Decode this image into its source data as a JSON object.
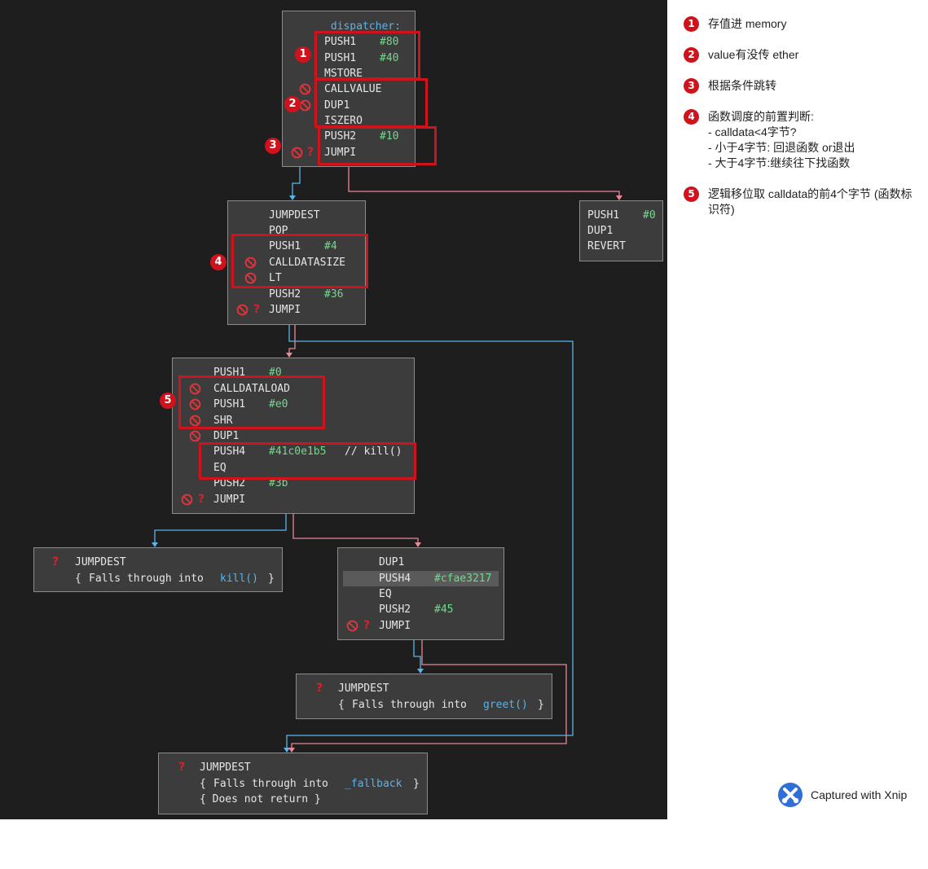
{
  "colors": {
    "canvas_bg": "#1e1e1e",
    "block_bg": "#3c3c3c",
    "arg_green": "#73d98c",
    "label_blue": "#5ab4e8",
    "edge_blue": "#5ab4e8",
    "edge_pink": "#e8889a",
    "highlight_red": "#d0121c"
  },
  "blocks": {
    "b1": {
      "label": "_dispatcher:",
      "lines": [
        {
          "op": "PUSH1",
          "arg": "#80"
        },
        {
          "op": "PUSH1",
          "arg": "#40"
        },
        {
          "op": "MSTORE",
          "arg": ""
        },
        {
          "op": "CALLVALUE",
          "arg": ""
        },
        {
          "op": "DUP1",
          "arg": ""
        },
        {
          "op": "ISZERO",
          "arg": ""
        },
        {
          "op": "PUSH2",
          "arg": "#10"
        },
        {
          "op": "JUMPI",
          "arg": ""
        }
      ]
    },
    "b2": {
      "lines": [
        {
          "op": "PUSH1",
          "arg": "#0"
        },
        {
          "op": "DUP1",
          "arg": ""
        },
        {
          "op": "REVERT",
          "arg": ""
        }
      ]
    },
    "b3": {
      "lines": [
        {
          "op": "JUMPDEST",
          "arg": ""
        },
        {
          "op": "POP",
          "arg": ""
        },
        {
          "op": "PUSH1",
          "arg": "#4"
        },
        {
          "op": "CALLDATASIZE",
          "arg": ""
        },
        {
          "op": "LT",
          "arg": ""
        },
        {
          "op": "PUSH2",
          "arg": "#36"
        },
        {
          "op": "JUMPI",
          "arg": ""
        }
      ]
    },
    "b4": {
      "lines": [
        {
          "op": "PUSH1",
          "arg": "#0"
        },
        {
          "op": "CALLDATALOAD",
          "arg": ""
        },
        {
          "op": "PUSH1",
          "arg": "#e0"
        },
        {
          "op": "SHR",
          "arg": ""
        },
        {
          "op": "DUP1",
          "arg": ""
        },
        {
          "op": "PUSH4",
          "arg": "#41c0e1b5",
          "comment": "// kill()"
        },
        {
          "op": "EQ",
          "arg": ""
        },
        {
          "op": "PUSH2",
          "arg": "#3b"
        },
        {
          "op": "JUMPI",
          "arg": ""
        }
      ]
    },
    "b5": {
      "op": "JUMPDEST",
      "brace_open": "{",
      "falls": "Falls through into",
      "fn": "kill()",
      "brace_close": "}"
    },
    "b6": {
      "lines": [
        {
          "op": "DUP1",
          "arg": ""
        },
        {
          "op": "PUSH4",
          "arg": "#cfae3217"
        },
        {
          "op": "EQ",
          "arg": ""
        },
        {
          "op": "PUSH2",
          "arg": "#45"
        },
        {
          "op": "JUMPI",
          "arg": ""
        }
      ]
    },
    "b7": {
      "op": "JUMPDEST",
      "brace_open": "{",
      "falls": "Falls through into",
      "fn": "greet()",
      "brace_close": "}"
    },
    "b8": {
      "op": "JUMPDEST",
      "brace_open": "{",
      "falls": "Falls through into",
      "fn": "_fallback",
      "brace_close": "}",
      "no_return": "{ Does not return }"
    }
  },
  "badges": [
    "1",
    "2",
    "3",
    "4",
    "5"
  ],
  "notes": [
    {
      "num": "1",
      "text": "存值进 memory"
    },
    {
      "num": "2",
      "text": "value有没传 ether"
    },
    {
      "num": "3",
      "text": "根据条件跳转"
    },
    {
      "num": "4",
      "text": "函数调度的前置判断:",
      "sub": [
        "- calldata<4字节?",
        "- 小于4字节: 回退函数 or退出",
        "- 大于4字节:继续往下找函数"
      ]
    },
    {
      "num": "5",
      "text": "逻辑移位取 calldata的前4个字节 (函数标识符)"
    }
  ],
  "watermark": "Captured with Xnip"
}
